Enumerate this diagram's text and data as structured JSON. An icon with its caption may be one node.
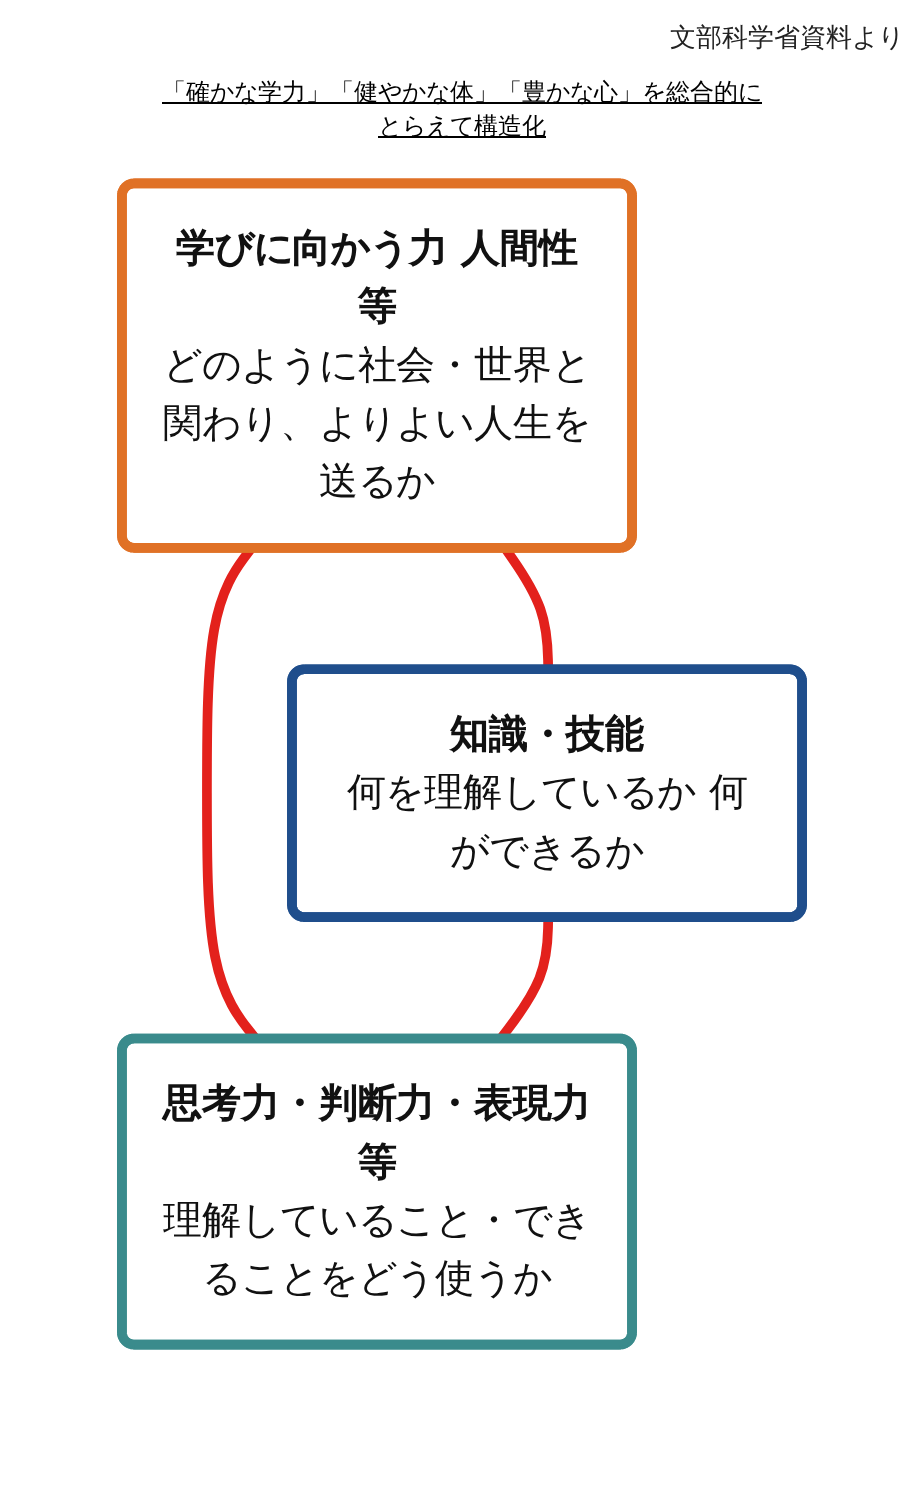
{
  "diagram": {
    "caption": "文部科学省資料より",
    "nodes": [
      {
        "text": [
          "学びに向かう力 人間性等",
          "どのように社会・世界と関わり、よりよい人生を送るか"
        ]
      },
      {
        "text": [
          "知識・技能",
          "何を理解しているか 何ができるか"
        ]
      },
      {
        "text": [
          "思考力・判断力・表現力等",
          "理解していること・できることをどう使うか"
        ]
      }
    ],
    "edges": [
      {
        "from": 0,
        "to": 1,
        "arrow": "none"
      },
      {
        "from": 0,
        "to": 2,
        "arrow": "none"
      },
      {
        "from": 1,
        "to": 2,
        "arrow": "none"
      }
    ],
    "labels": [
      "「確かな学力」「健やかな体」「豊かな心」を総合的にとらえて構造化"
    ]
  }
}
